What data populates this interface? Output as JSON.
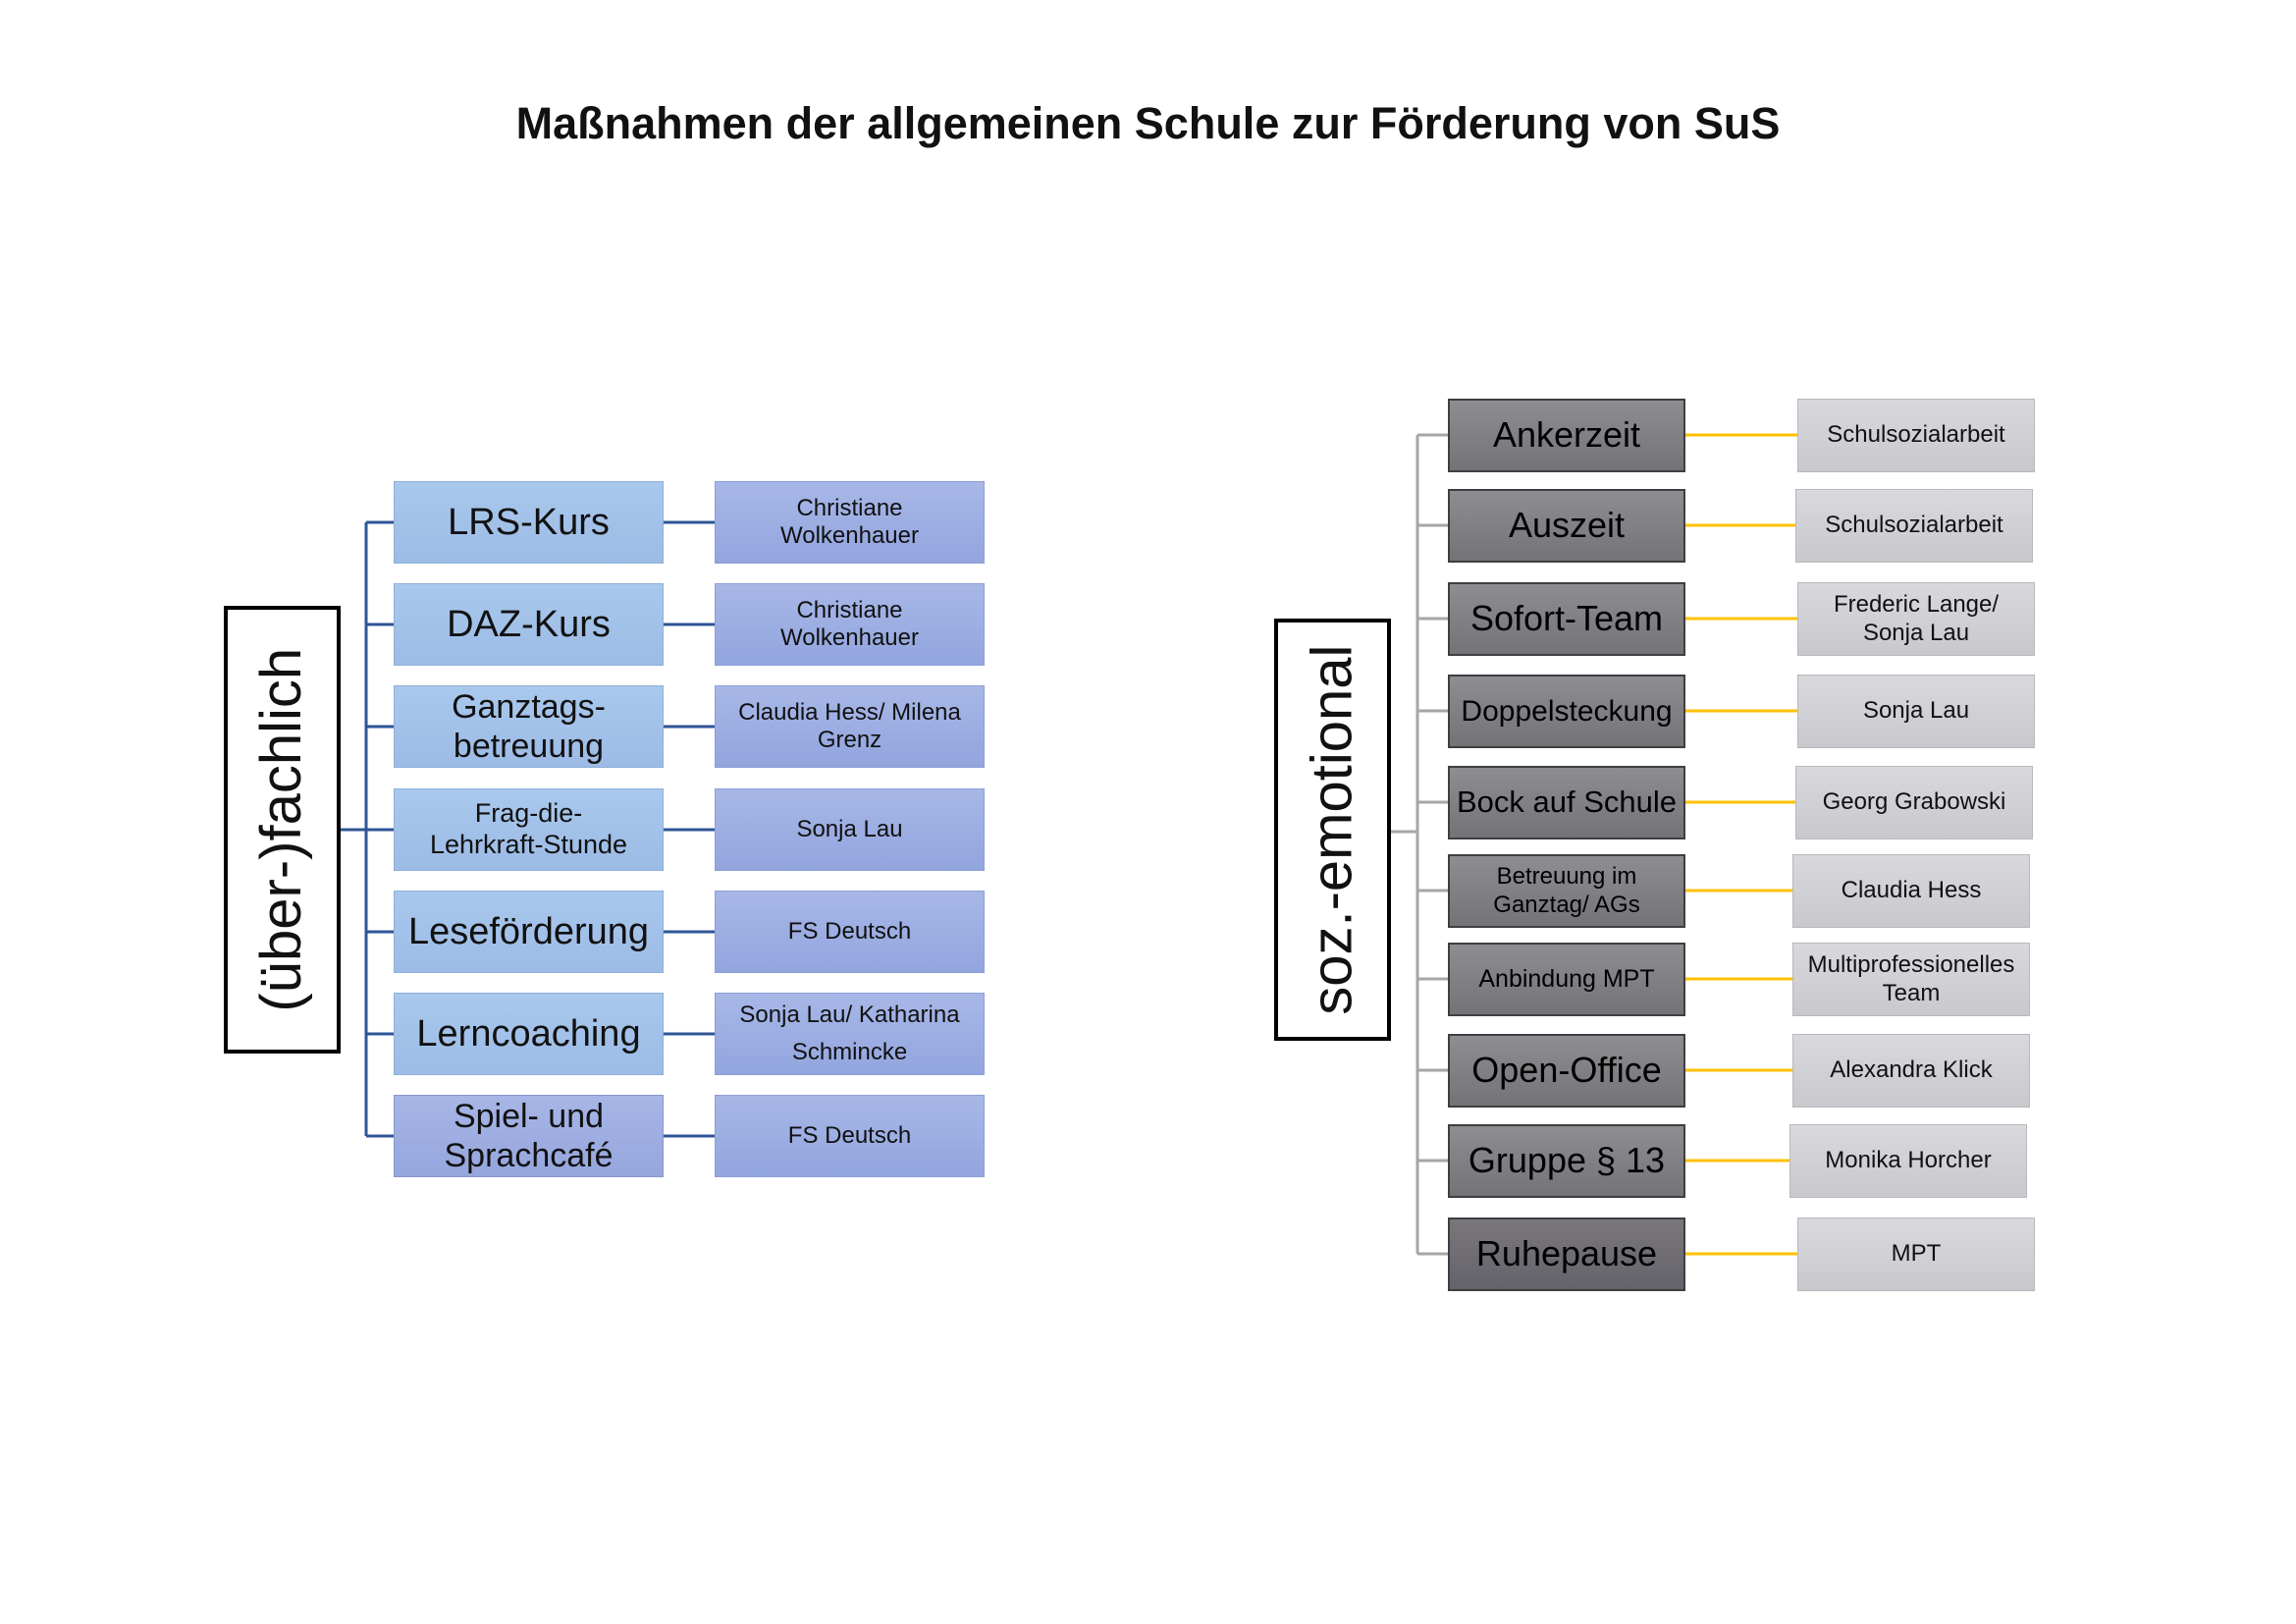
{
  "title": "Maßnahmen der allgemeinen Schule zur Förderung von SuS",
  "left": {
    "category": "(über-)fachlich",
    "items": [
      {
        "measure": "LRS-Kurs",
        "responsible": "Christiane Wolkenhauer"
      },
      {
        "measure": "DAZ-Kurs",
        "responsible": "Christiane Wolkenhauer"
      },
      {
        "measure": "Ganztags-betreuung",
        "responsible": "Claudia Hess/ Milena Grenz"
      },
      {
        "measure": "Frag-die-Lehrkraft-Stunde",
        "responsible": "Sonja Lau"
      },
      {
        "measure": "Leseförderung",
        "responsible": "FS Deutsch"
      },
      {
        "measure": "Lerncoaching",
        "responsible": "Sonja Lau/ Katharina Schmincke"
      },
      {
        "measure": "Spiel- und Sprachcafé",
        "responsible": "FS Deutsch"
      }
    ]
  },
  "right": {
    "category": "soz.-emotional",
    "items": [
      {
        "measure": "Ankerzeit",
        "responsible": "Schulsozialarbeit"
      },
      {
        "measure": "Auszeit",
        "responsible": "Schulsozialarbeit"
      },
      {
        "measure": "Sofort-Team",
        "responsible": "Frederic Lange/ Sonja Lau"
      },
      {
        "measure": "Doppelsteckung",
        "responsible": "Sonja Lau"
      },
      {
        "measure": "Bock auf Schule",
        "responsible": "Georg Grabowski"
      },
      {
        "measure": "Betreuung im Ganztag/ AGs",
        "responsible": "Claudia Hess"
      },
      {
        "measure": "Anbindung MPT",
        "responsible": "Multiprofessionelles Team"
      },
      {
        "measure": "Open-Office",
        "responsible": "Alexandra Klick"
      },
      {
        "measure": "Gruppe § 13",
        "responsible": "Monika Horcher"
      },
      {
        "measure": "Ruhepause",
        "responsible": "MPT"
      }
    ]
  },
  "colors": {
    "left_connector": "#2f5597",
    "right_trunk_connector": "#a6a6a6",
    "right_branch_connector": "#ffc000"
  }
}
